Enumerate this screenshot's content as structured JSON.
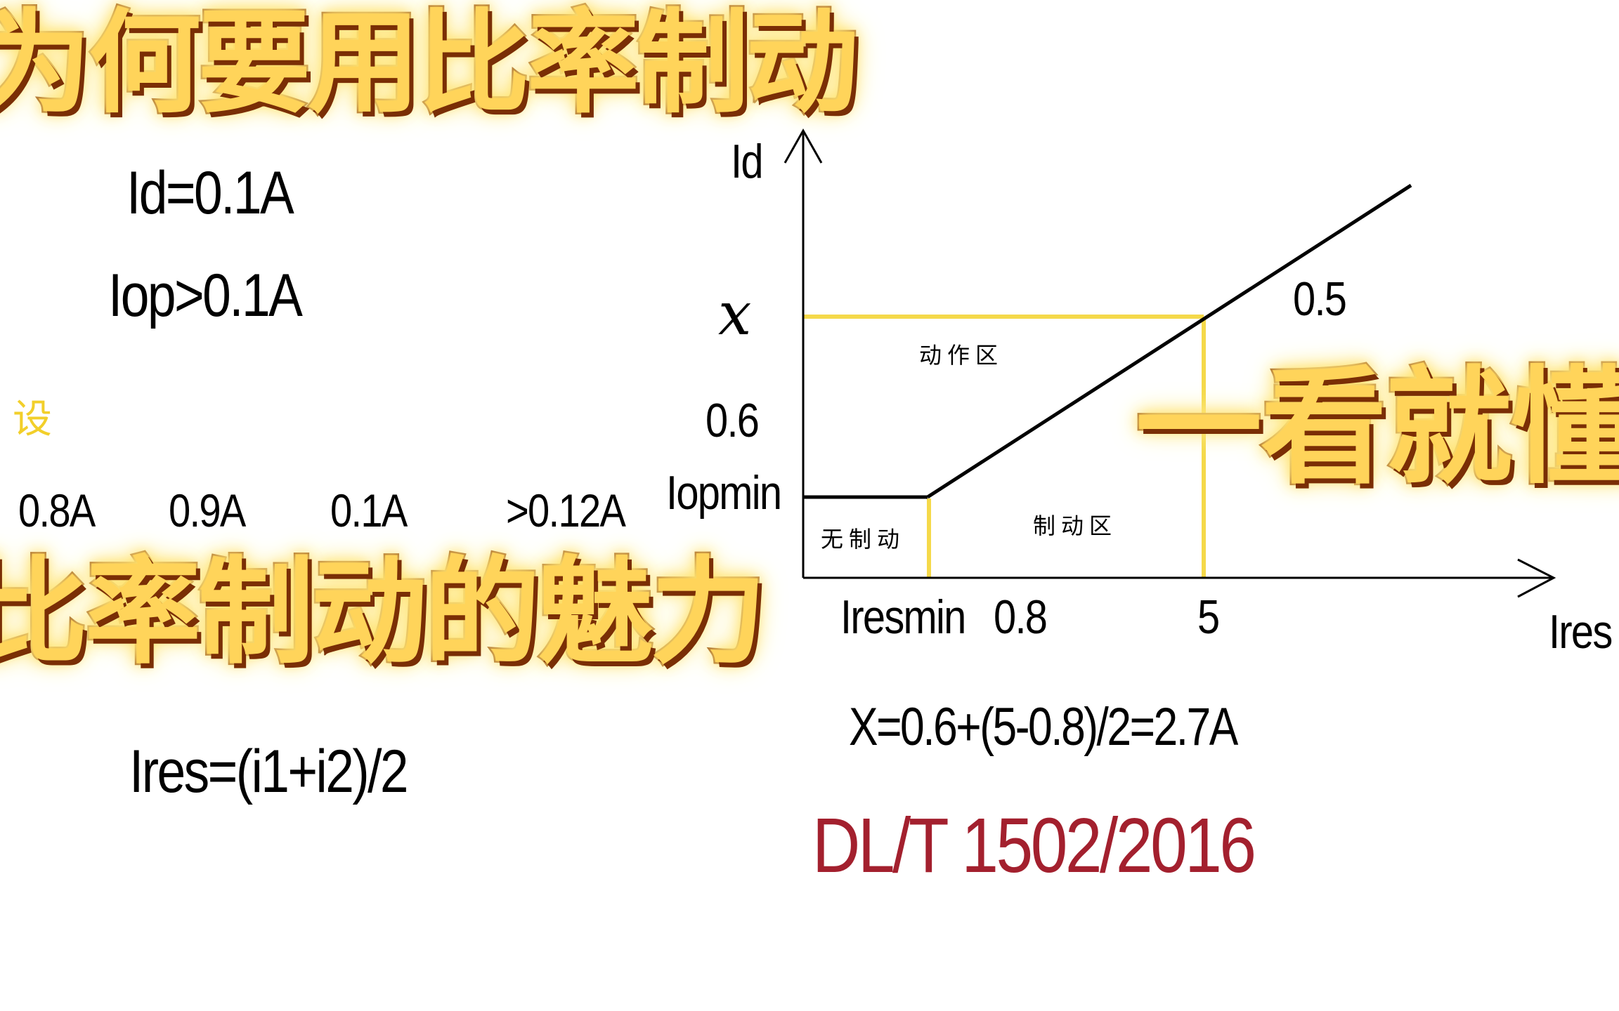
{
  "banners": {
    "title": "为何要用比率制动",
    "bottom": "比率制动的魅力",
    "right": "一看就懂"
  },
  "left_panel": {
    "id_value": "Id=0.1A",
    "iop_value": "Iop>0.1A",
    "partial_label": "设",
    "values": [
      "0.8A",
      "0.9A",
      "0.1A",
      ">0.12A"
    ],
    "ires_formula": "Ires=(i1+i2)/2"
  },
  "diagram": {
    "y_axis_label": "Id",
    "x_axis_label": "Ires",
    "x_marker": "x",
    "y_tick_06": "0.6",
    "y_tick_iopmin": "Iopmin",
    "x_tick_iresmin": "Iresmin",
    "x_tick_08": "0.8",
    "x_tick_5": "5",
    "slope_label": "0.5",
    "zone_operate": "动作区",
    "zone_restraint": "制动区",
    "zone_no_restraint": "无制动",
    "colors": {
      "axis": "#000000",
      "guide": "#f5d94a"
    }
  },
  "calculation": "X=0.6+(5-0.8)/2=2.7A",
  "standard": "DL/T 1502/2016",
  "colors": {
    "standard_text": "#a3202e",
    "banner_fill": "#ffd45a",
    "banner_stroke": "#8a3a08"
  }
}
